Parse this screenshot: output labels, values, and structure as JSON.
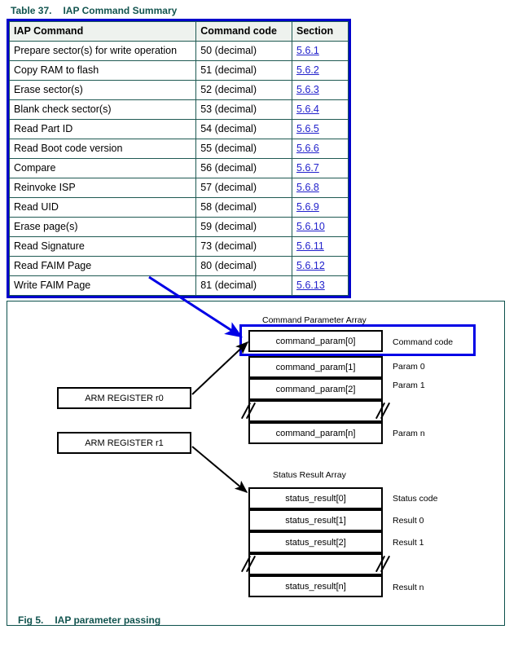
{
  "table": {
    "caption_number": "Table 37.",
    "caption_title": "IAP Command Summary",
    "headers": [
      "IAP Command",
      "Command code",
      "Section"
    ],
    "rows": [
      {
        "command": "Prepare sector(s) for write operation",
        "code": "50 (decimal)",
        "section": "5.6.1"
      },
      {
        "command": "Copy RAM to flash",
        "code": "51 (decimal)",
        "section": "5.6.2"
      },
      {
        "command": "Erase sector(s)",
        "code": "52 (decimal)",
        "section": "5.6.3"
      },
      {
        "command": "Blank check sector(s)",
        "code": "53 (decimal)",
        "section": "5.6.4"
      },
      {
        "command": "Read Part ID",
        "code": "54 (decimal)",
        "section": "5.6.5"
      },
      {
        "command": "Read Boot code version",
        "code": "55 (decimal)",
        "section": "5.6.6"
      },
      {
        "command": "Compare",
        "code": "56 (decimal)",
        "section": "5.6.7"
      },
      {
        "command": "Reinvoke ISP",
        "code": "57 (decimal)",
        "section": "5.6.8"
      },
      {
        "command": "Read UID",
        "code": "58 (decimal)",
        "section": "5.6.9"
      },
      {
        "command": "Erase page(s)",
        "code": "59 (decimal)",
        "section": "5.6.10"
      },
      {
        "command": "Read Signature",
        "code": "73 (decimal)",
        "section": "5.6.11"
      },
      {
        "command": "Read FAIM Page",
        "code": "80 (decimal)",
        "section": "5.6.12"
      },
      {
        "command": "Write FAIM Page",
        "code": "81 (decimal)",
        "section": "5.6.13"
      }
    ]
  },
  "figure": {
    "caption_number": "Fig 5.",
    "caption_title": "IAP parameter passing",
    "registers": [
      {
        "label": "ARM REGISTER r0"
      },
      {
        "label": "ARM REGISTER r1"
      }
    ],
    "command_array": {
      "title": "Command Parameter Array",
      "cells": [
        {
          "name": "command_param[0]",
          "label": "Command code"
        },
        {
          "name": "command_param[1]",
          "label": "Param 0"
        },
        {
          "name": "command_param[2]",
          "label": "Param 1"
        },
        {
          "name": "",
          "label": ""
        },
        {
          "name": "command_param[n]",
          "label": "Param n"
        }
      ]
    },
    "status_array": {
      "title": "Status Result Array",
      "cells": [
        {
          "name": "status_result[0]",
          "label": "Status code"
        },
        {
          "name": "status_result[1]",
          "label": "Result 0"
        },
        {
          "name": "status_result[2]",
          "label": "Result 1"
        },
        {
          "name": "",
          "label": ""
        },
        {
          "name": "status_result[n]",
          "label": "Result n"
        }
      ]
    }
  },
  "colors": {
    "caption_teal": "#12544f",
    "table_border_blue": "#0000cc",
    "grid_teal": "#1f5a53",
    "link_blue": "#2222cc",
    "highlight_blue": "#0000e6",
    "header_fill": "#eef2ee"
  }
}
